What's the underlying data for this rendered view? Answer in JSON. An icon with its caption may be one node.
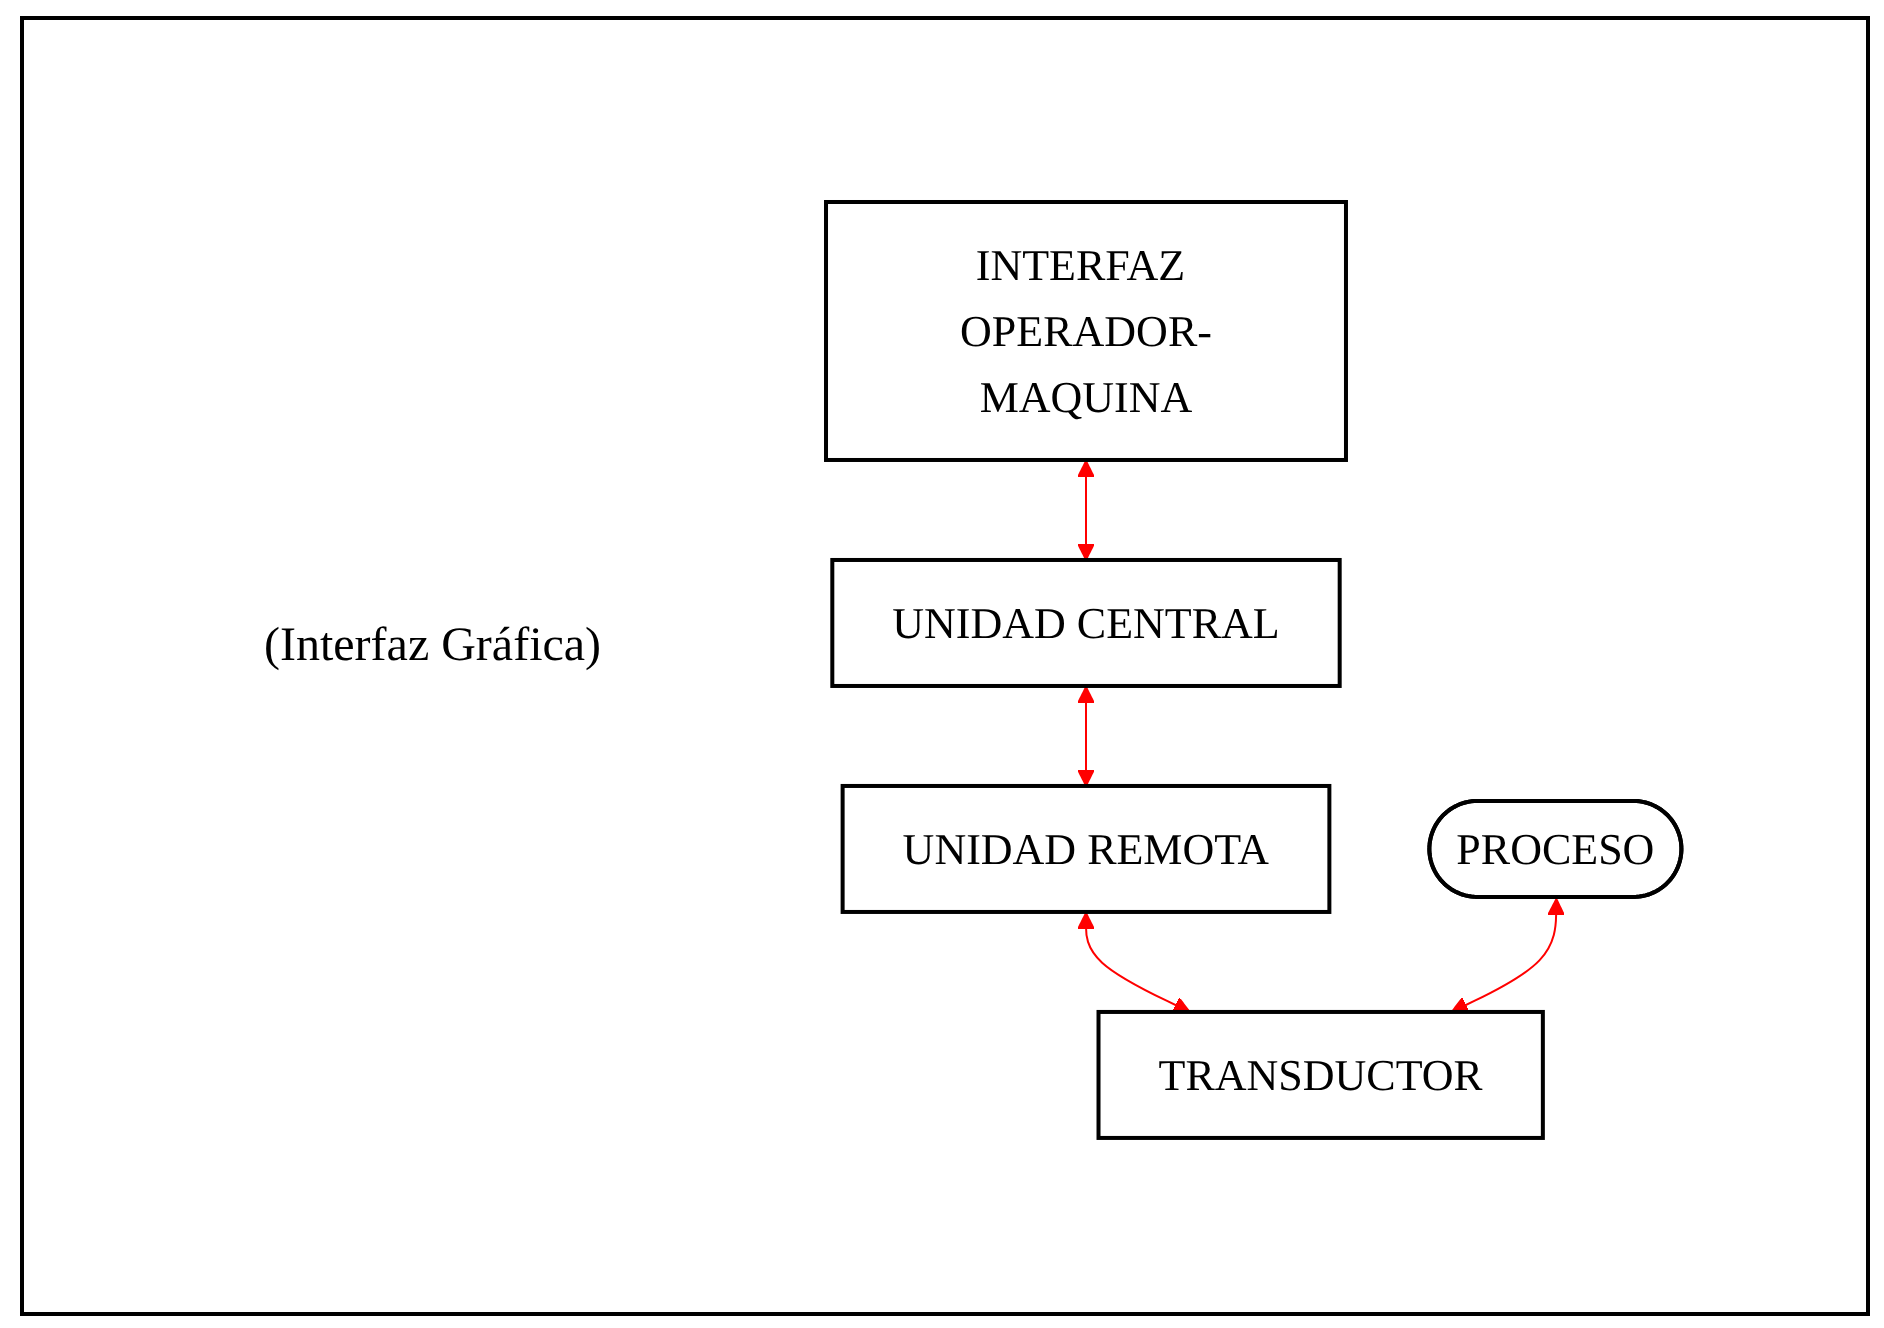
{
  "diagram": {
    "nodes": [
      {
        "text": [
          "INTERFAZ OPERADOR-MAQUINA"
        ]
      },
      {
        "text": [
          "UNIDAD CENTRAL"
        ]
      },
      {
        "text": [
          "UNIDAD REMOTA"
        ]
      },
      {
        "text": [
          "PROCESO"
        ]
      },
      {
        "text": [
          "TRANSDUCTOR"
        ]
      }
    ],
    "edges": [
      {
        "from": 0,
        "to": 1,
        "arrow": "both",
        "color": "#ff0000"
      },
      {
        "from": 1,
        "to": 2,
        "arrow": "both",
        "color": "#ff0000"
      },
      {
        "from": 2,
        "to": 4,
        "arrow": "both",
        "color": "#ff0000"
      },
      {
        "from": 3,
        "to": 4,
        "arrow": "both",
        "color": "#ff0000"
      }
    ],
    "labels": [
      "(Interfaz Gráfica)"
    ]
  }
}
